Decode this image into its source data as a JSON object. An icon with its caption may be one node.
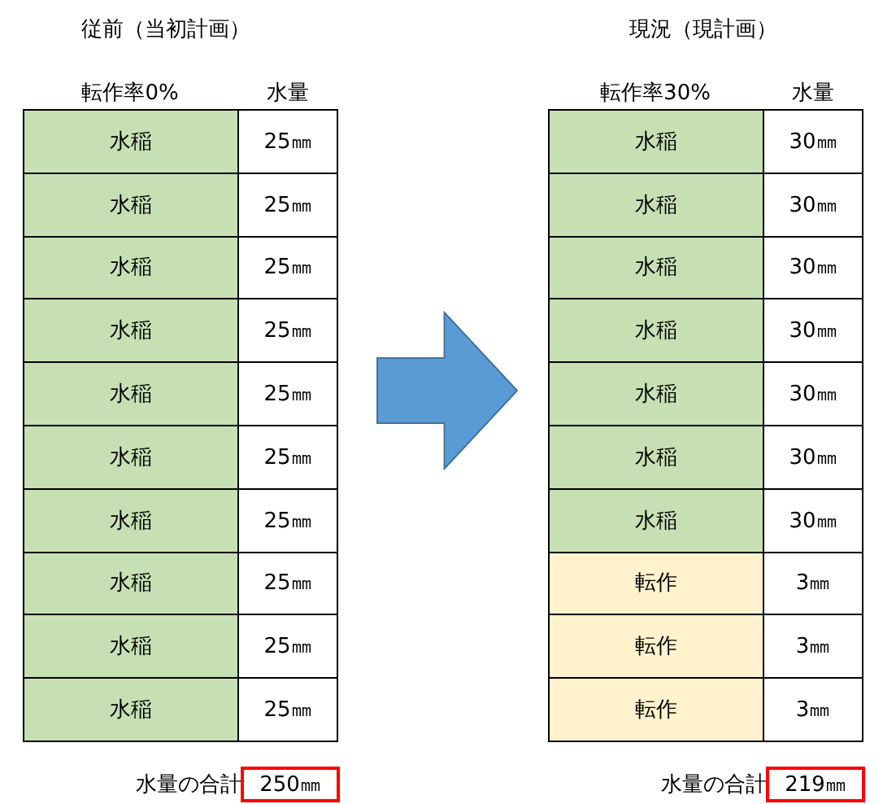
{
  "diagram": {
    "nodes": [
      {
        "text": [
          "従前（当初計画）"
        ]
      },
      {
        "text": [
          "現況（現計画）"
        ]
      }
    ],
    "edges": [
      {
        "from": 0,
        "to": 1,
        "arrow": "to"
      }
    ],
    "labels": [
      "転作率0%",
      "水量",
      "水稲",
      "25㎜",
      "水稲",
      "25㎜",
      "水稲",
      "25㎜",
      "水稲",
      "25㎜",
      "水稲",
      "25㎜",
      "水稲",
      "25㎜",
      "水稲",
      "25㎜",
      "水稲",
      "25㎜",
      "水稲",
      "25㎜",
      "水稲",
      "25㎜",
      "水量の合計",
      "250㎜",
      "転作率30%",
      "水量",
      "水稲",
      "30㎜",
      "水稲",
      "30㎜",
      "水稲",
      "30㎜",
      "水稲",
      "30㎜",
      "水稲",
      "30㎜",
      "水稲",
      "30㎜",
      "水稲",
      "30㎜",
      "転作",
      "3㎜",
      "転作",
      "3㎜",
      "転作",
      "3㎜",
      "水量の合計",
      "219㎜"
    ]
  }
}
